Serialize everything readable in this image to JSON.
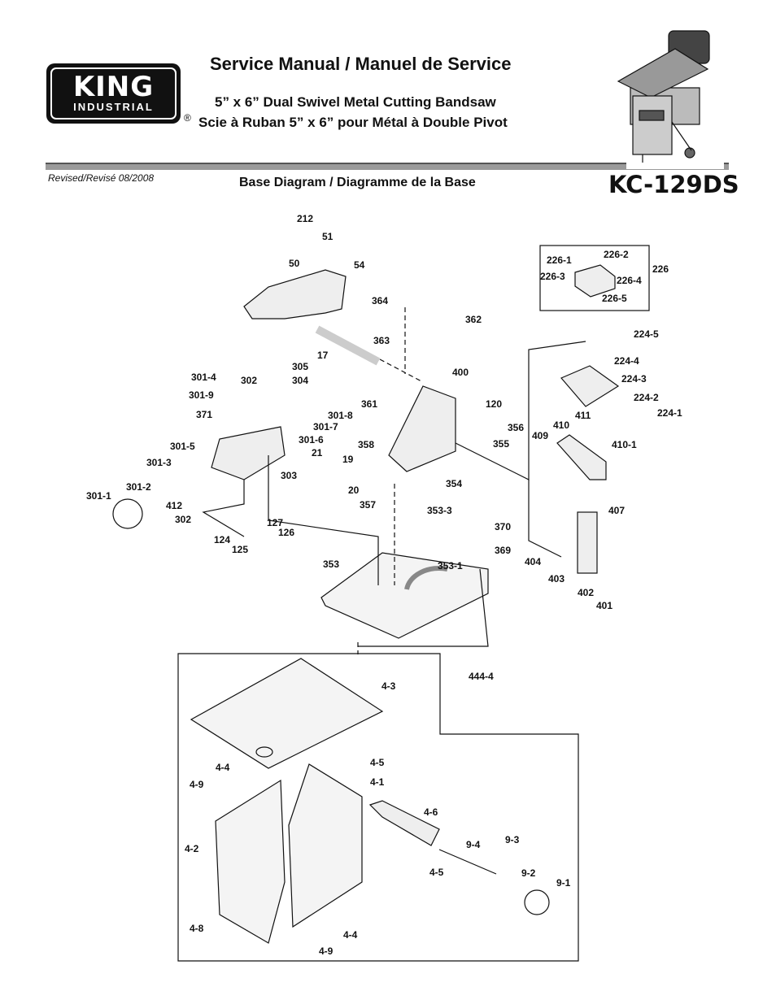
{
  "header": {
    "logo_text": "KING",
    "logo_subtext": "INDUSTRIAL",
    "registered_mark": "®",
    "title": "Service Manual / Manuel de Service",
    "subtitle_en": "5” x 6” Dual Swivel Metal Cutting Bandsaw",
    "subtitle_fr": "Scie à Ruban 5” x 6” pour Métal à Double Pivot",
    "revised": "Revised/Revisé 08/2008",
    "diagram_title": "Base Diagram / Diagramme de la Base",
    "model": "KC-129DS"
  },
  "part_labels": {
    "p212": "212",
    "p51": "51",
    "p50": "50",
    "p54": "54",
    "p17": "17",
    "p364": "364",
    "p363": "363",
    "p362": "362",
    "p400": "400",
    "p226": "226",
    "p226_1": "226-1",
    "p226_2": "226-2",
    "p226_3": "226-3",
    "p226_4": "226-4",
    "p226_5": "226-5",
    "p224_5": "224-5",
    "p224_4": "224-4",
    "p224_3": "224-3",
    "p224_2": "224-2",
    "p224_1": "224-1",
    "p301_4": "301-4",
    "p302a": "302",
    "p305": "305",
    "p304": "304",
    "p301_9": "301-9",
    "p371": "371",
    "p301_8": "301-8",
    "p301_7": "301-7",
    "p301_6": "301-6",
    "p301_5": "301-5",
    "p301_3": "301-3",
    "p301_2": "301-2",
    "p301_1": "301-1",
    "p412": "412",
    "p302b": "302",
    "p21": "21",
    "p19": "19",
    "p303": "303",
    "p20": "20",
    "p361": "361",
    "p120": "120",
    "p356": "356",
    "p355": "355",
    "p358": "358",
    "p354": "354",
    "p411": "411",
    "p410": "410",
    "p409": "409",
    "p410_1": "410-1",
    "p407": "407",
    "p357": "357",
    "p353_3": "353-3",
    "p127": "127",
    "p126": "126",
    "p124": "124",
    "p125": "125",
    "p370": "370",
    "p369": "369",
    "p353": "353",
    "p353_1": "353-1",
    "p404": "404",
    "p403": "403",
    "p402": "402",
    "p401": "401",
    "p444_4": "444-4",
    "p4_3": "4-3",
    "p4_5a": "4-5",
    "p4_4a": "4-4",
    "p4_9a": "4-9",
    "p4_1": "4-1",
    "p4_6": "4-6",
    "p4_2": "4-2",
    "p9_4": "9-4",
    "p9_3": "9-3",
    "p4_5b": "4-5",
    "p9_2": "9-2",
    "p9_1": "9-1",
    "p4_8": "4-8",
    "p4_4b": "4-4",
    "p4_9b": "4-9"
  }
}
